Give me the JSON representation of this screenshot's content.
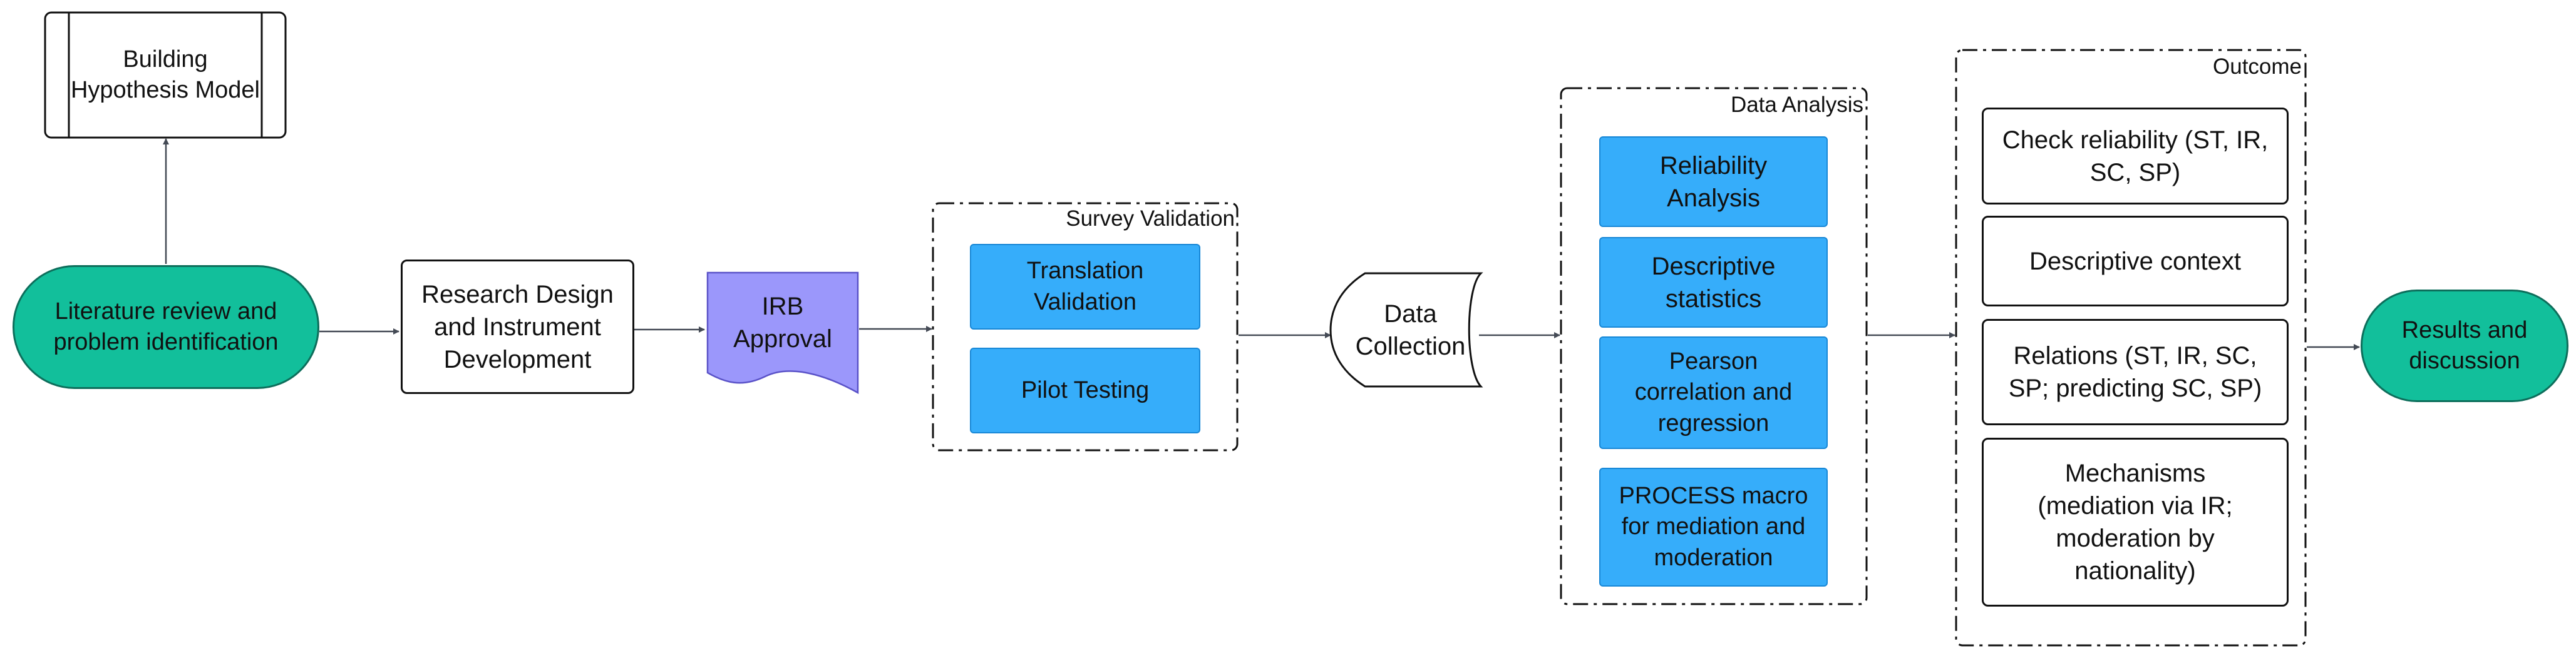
{
  "nodes": {
    "building_hypothesis": "Building Hypothesis Model",
    "literature_review": "Literature review and problem identification",
    "research_design": "Research Design and Instrument Development",
    "irb": "IRB Approval",
    "translation_validation": "Translation Validation",
    "pilot_testing": "Pilot Testing",
    "data_collection": "Data Collection",
    "reliability_analysis": "Reliability Analysis",
    "descriptive_statistics": "Descriptive statistics",
    "pearson": "Pearson correlation and regression",
    "process_macro": "PROCESS macro for mediation and moderation",
    "check_reliability": "Check reliability (ST, IR, SC, SP)",
    "descriptive_context": "Descriptive context",
    "relations": "Relations (ST, IR, SC, SP; predicting SC, SP)",
    "mechanisms": "Mechanisms (mediation via IR; moderation by nationality)",
    "results": "Results and discussion"
  },
  "groups": {
    "survey_validation": "Survey Validation",
    "data_analysis": "Data Analysis",
    "outcome": "Outcome"
  },
  "colors": {
    "green": "#12bf9b",
    "blue": "#36adfa",
    "purple": "#9b97fb",
    "line": "#444a55"
  }
}
